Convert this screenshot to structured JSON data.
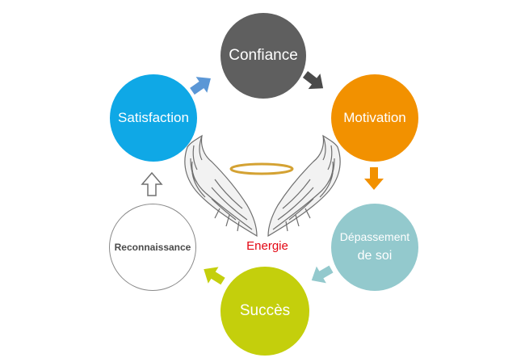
{
  "nodes": {
    "confiance": "Confiance",
    "motivation": "Motivation",
    "depassement_line1": "Dépassement",
    "depassement_line2": "de soi",
    "succes": "Succès",
    "reconnaissance": "Reconnaissance",
    "satisfaction": "Satisfaction"
  },
  "center_label": "Energie",
  "colors": {
    "confiance": "#5f5f5f",
    "motivation": "#f29100",
    "depassement": "#93c9cd",
    "succes": "#c4cf0c",
    "reconnaissance": "#ffffff",
    "satisfaction": "#0fa8e6",
    "energie_text": "#e30613",
    "halo": "#d4a233"
  },
  "icons": [
    "arrow-icon",
    "angel-wings-icon",
    "halo-icon"
  ]
}
